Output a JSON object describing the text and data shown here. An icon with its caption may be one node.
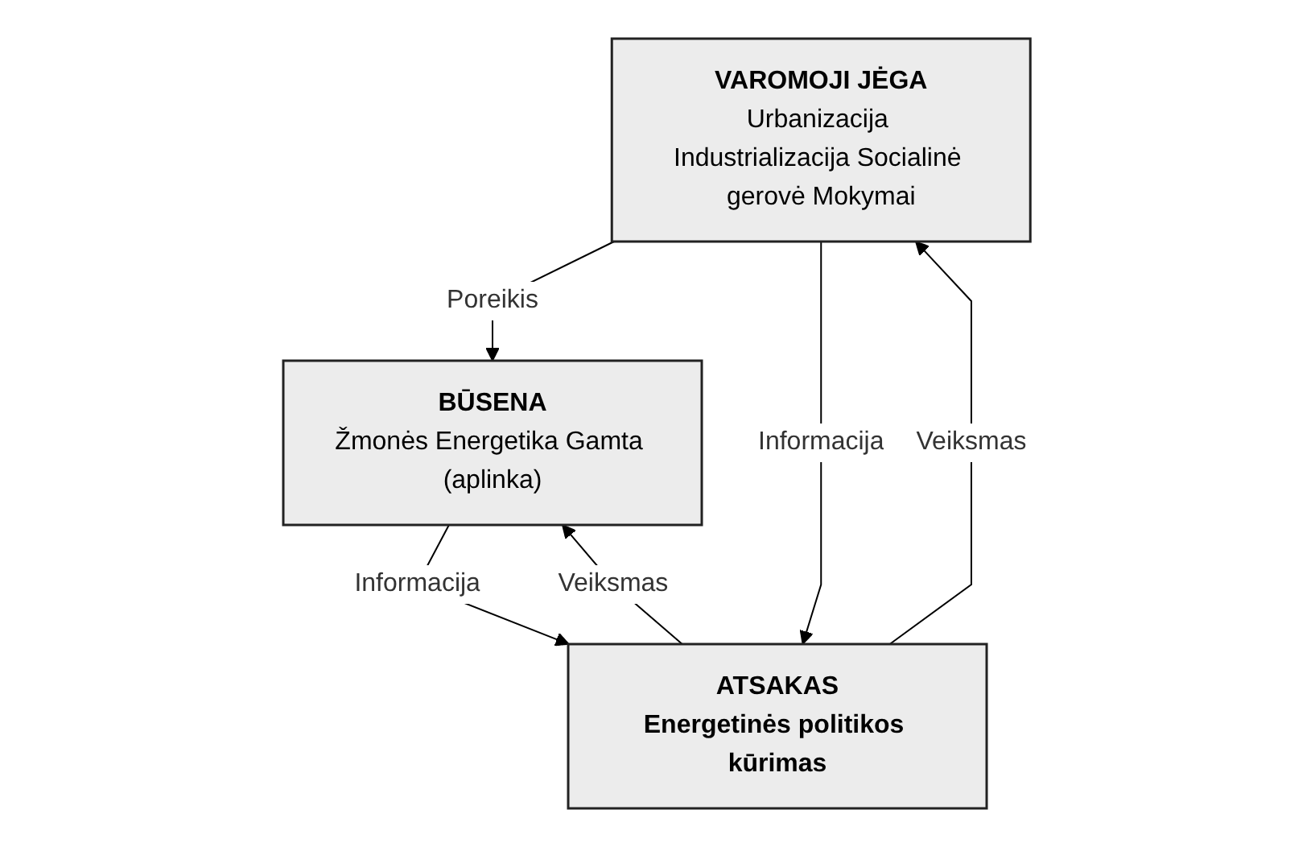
{
  "diagram": {
    "nodes": [
      {
        "text": [
          "VAROMOJI JĖGA",
          "Urbanizacija Industrializacija Socialinė gerovė Mokymai"
        ]
      },
      {
        "text": [
          "BŪSENA",
          "Žmonės Energetika Gamta (aplinka)"
        ]
      },
      {
        "text": [
          "ATSAKAS",
          "Energetinės politikos kūrimas"
        ]
      }
    ],
    "edges": [
      {
        "from": 0,
        "to": 1,
        "arrow": "to",
        "label": "Poreikis"
      },
      {
        "from": 2,
        "to": 0,
        "arrow": "to",
        "label": "Veiksmas"
      },
      {
        "from": 0,
        "to": 2,
        "arrow": "to",
        "label": "Informacija"
      },
      {
        "from": 1,
        "to": 2,
        "arrow": "to",
        "label": "Informacija"
      },
      {
        "from": 2,
        "to": 1,
        "arrow": "to",
        "label": "Veiksmas"
      }
    ]
  }
}
